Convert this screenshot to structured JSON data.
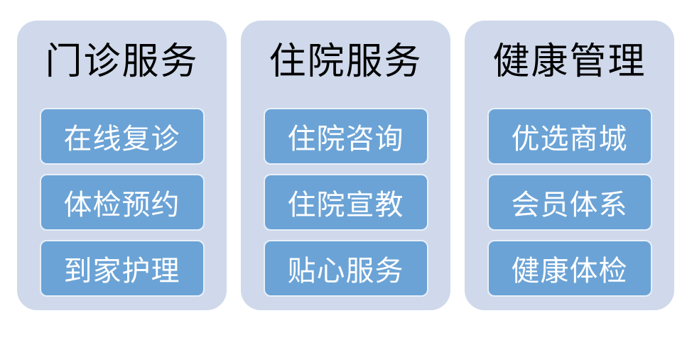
{
  "colors": {
    "page_bg": "#ffffff",
    "panel_bg": "#cfd9eb",
    "button_bg": "#6ba3d6",
    "button_border": "#e9f0f8",
    "title_color": "#000000",
    "button_text": "#ffffff"
  },
  "columns": [
    {
      "title": "门诊服务",
      "items": [
        "在线复诊",
        "体检预约",
        "到家护理"
      ]
    },
    {
      "title": "住院服务",
      "items": [
        "住院咨询",
        "住院宣教",
        "贴心服务"
      ]
    },
    {
      "title": "健康管理",
      "items": [
        "优选商城",
        "会员体系",
        "健康体检"
      ]
    }
  ]
}
